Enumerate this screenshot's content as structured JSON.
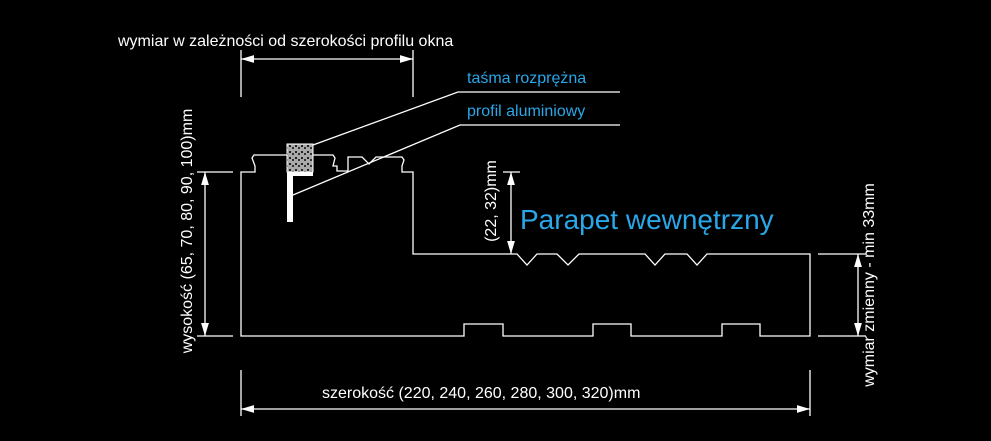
{
  "labels": {
    "top_dimension": "wymiar w zależności od szerokości profilu okna",
    "tape": "taśma rozprężna",
    "aluminium_profile": "profil aluminiowy",
    "title": "Parapet wewnętrzny",
    "height_left": "wysokość (65, 70, 80, 90, 100)mm",
    "step_height": "(22, 32)mm",
    "variable_dimension": "wymiar zmienny - min 33mm",
    "width_bottom": "szerokość (220, 240, 260, 280, 300, 320)mm"
  },
  "colors": {
    "background": "#000000",
    "lines": "#ffffff",
    "accent": "#2aa7e8"
  }
}
